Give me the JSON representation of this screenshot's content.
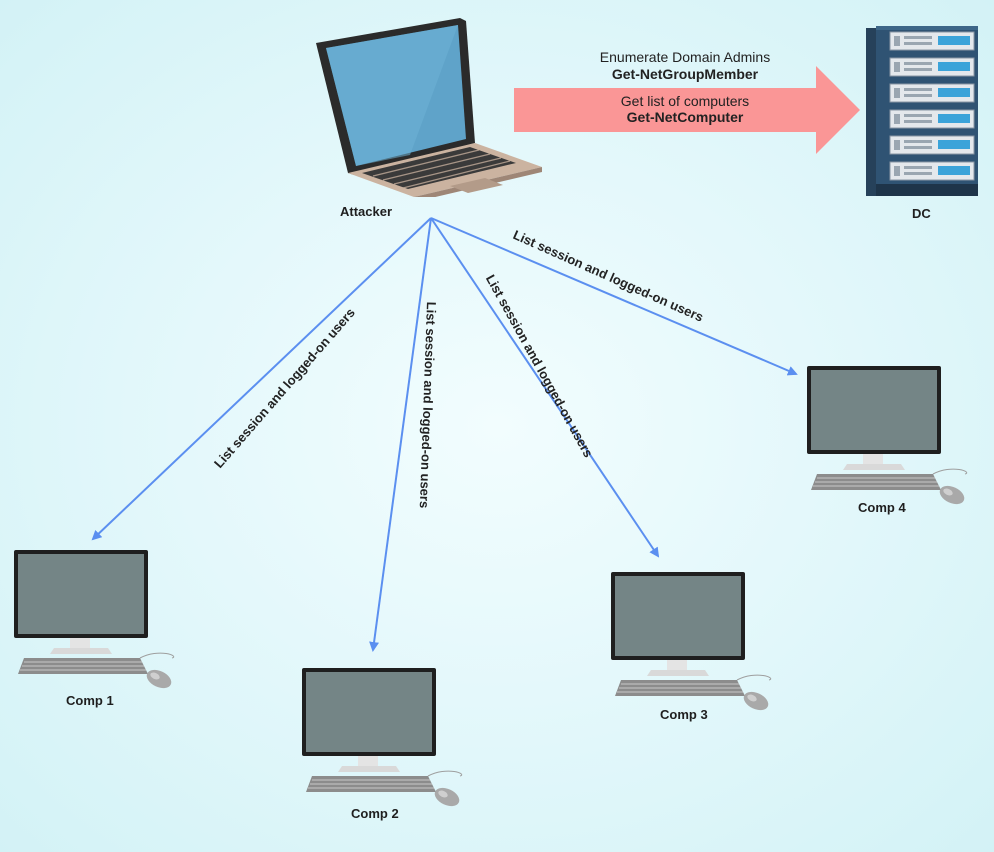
{
  "attacker": {
    "label": "Attacker"
  },
  "dc": {
    "label": "DC"
  },
  "dc_arrow": {
    "line1": "Enumerate Domain Admins",
    "cmd1": "Get-NetGroupMember",
    "line2": "Get list of computers",
    "cmd2": "Get-NetComputer",
    "color": "#fa9696"
  },
  "edges": [
    {
      "to": "Comp 1",
      "label": "List session and logged-on users"
    },
    {
      "to": "Comp 2",
      "label": "List session and logged-on users"
    },
    {
      "to": "Comp 3",
      "label": "List session and logged-on users"
    },
    {
      "to": "Comp 4",
      "label": "List session and logged-on users"
    }
  ],
  "computers": [
    {
      "label": "Comp 1"
    },
    {
      "label": "Comp 2"
    },
    {
      "label": "Comp 3"
    },
    {
      "label": "Comp 4"
    }
  ],
  "colors": {
    "edge": "#5b8ff0",
    "screen": "#748586",
    "server": "#2c4a66"
  }
}
